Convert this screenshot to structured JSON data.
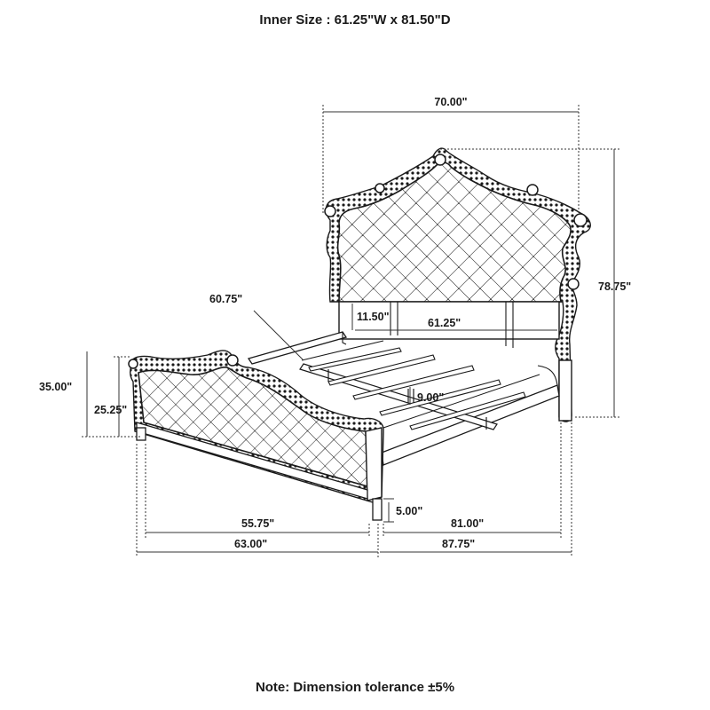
{
  "header": {
    "inner_size": "Inner Size : 61.25\"W x 81.50\"D"
  },
  "footer": {
    "tolerance_note": "Note: Dimension tolerance ±5%"
  },
  "dimensions": {
    "headboard_width": "70.00\"",
    "headboard_height": "78.75\"",
    "side_rail_length": "60.75\"",
    "headboard_panel_gap": "11.50\"",
    "inner_width": "61.25\"",
    "footboard_height": "35.00\"",
    "footboard_panel_height": "25.25\"",
    "rail_height": "9.00\"",
    "leg_height": "5.00\"",
    "footboard_inner_width": "55.75\"",
    "overall_width": "63.00\"",
    "inner_length": "81.00\"",
    "overall_length": "87.75\""
  },
  "colors": {
    "line": "#1a1a1a",
    "panel": "#ffffff",
    "dim_line": "#333333"
  }
}
